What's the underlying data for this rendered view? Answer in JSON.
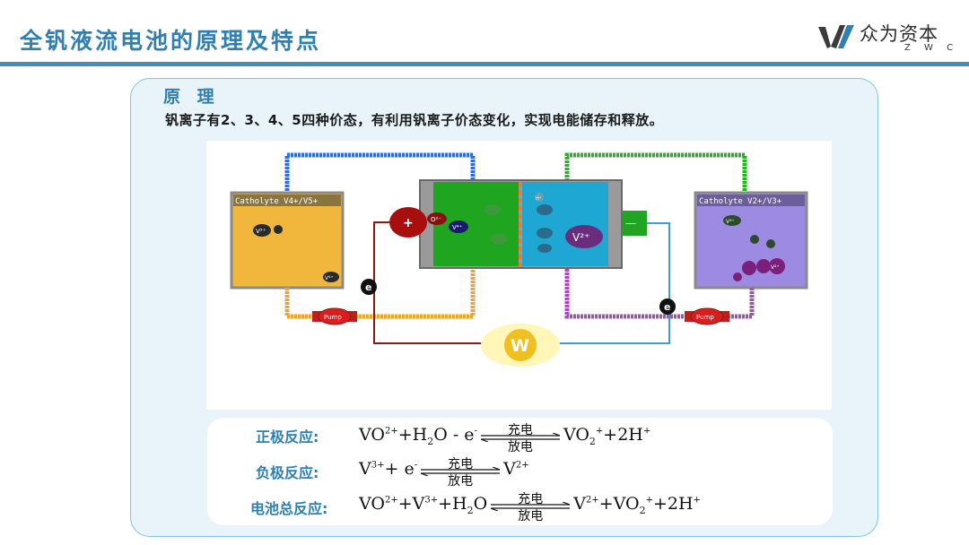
{
  "header": {
    "title": "全钒液流电池的原理及特点",
    "logo_name": "众为资本",
    "logo_sub": "Z W C"
  },
  "section": {
    "title": "原 理",
    "description": "钒离子有2、3、4、5四种价态，有利用钒离子价态变化，实现电能储存和释放。"
  },
  "diagram": {
    "left_tank_label": "Catholyte V4+/V5+",
    "right_tank_label": "Catholyte V2+/V3+",
    "pump_label": "Pump",
    "plus_sign": "+",
    "minus_sign": "—",
    "electron_label": "e",
    "load_label": "W",
    "ion_o2": "O²⁻",
    "ion_v4": "V⁴⁺",
    "ion_v2": "V²⁺",
    "ion_v5": "V⁵⁺",
    "ion_v3": "V³⁺",
    "ion_h": "H⁺",
    "colors": {
      "blue_line": "#2f6fd6",
      "green_line": "#22b522",
      "orange_line": "#f0a52a",
      "purple_line": "#a44fb6",
      "red_line": "#8b1a10",
      "light_blue_line": "#3f9ae0",
      "left_tank": "#f1b73c",
      "right_tank": "#9d8be3",
      "cell_left": "#1fa51f",
      "cell_right": "#1ea7d2"
    }
  },
  "equations": {
    "positive_label": "正极反应:",
    "negative_label": "负极反应:",
    "total_label": "电池总反应:",
    "charge": "充电",
    "discharge": "放电"
  }
}
